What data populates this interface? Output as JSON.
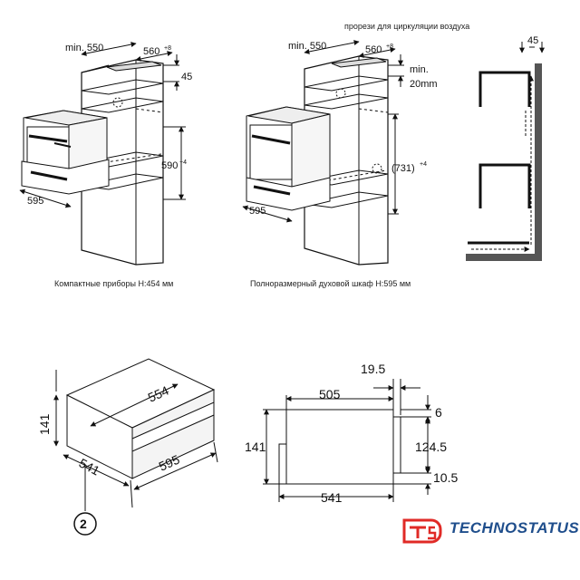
{
  "top_left": {
    "dim_min": "min. 550",
    "dim_depth": "560",
    "dim_depth_tol": "+8",
    "dim_top": "45",
    "dim_height": "590",
    "dim_height_tol": "+4",
    "dim_width": "595",
    "caption": "Компактные приборы H:454 мм"
  },
  "top_center": {
    "note": "прорези для циркуляции воздуха",
    "dim_min": "min. 550",
    "dim_depth": "560",
    "dim_depth_tol": "+8",
    "dim_min_gap": "min.",
    "dim_min_gap2": "20mm",
    "dim_height": "(731)",
    "dim_height_tol": "+4",
    "dim_width": "595",
    "caption": "Полноразмерный духовой шкаф H:595 мм"
  },
  "top_right": {
    "dim_top": "45"
  },
  "bottom_left": {
    "dim_depth": "554",
    "dim_height": "141",
    "dim_side": "541",
    "dim_width": "595",
    "callout": "2"
  },
  "bottom_right": {
    "dim_a": "19.5",
    "dim_b": "505",
    "dim_c": "6",
    "dim_h": "141",
    "dim_d": "124.5",
    "dim_e": "10.5",
    "dim_f": "541"
  },
  "logo": {
    "text": "TECHNOSTATUS",
    "colors": {
      "red": "#e02a26",
      "blue": "#1f4e8c"
    }
  }
}
